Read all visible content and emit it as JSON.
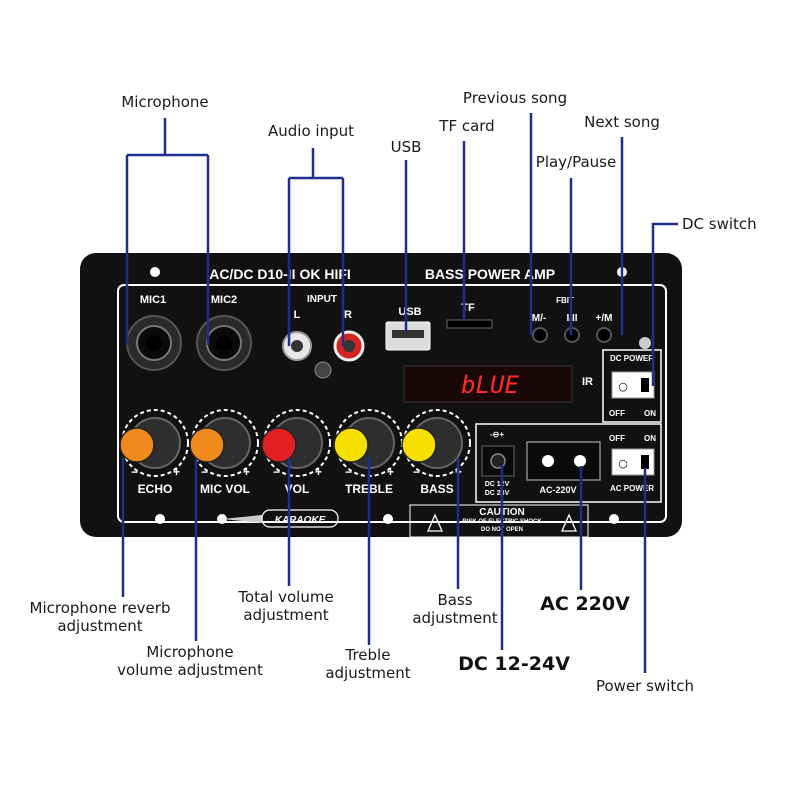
{
  "callouts": {
    "microphone": "Microphone",
    "audio_input": "Audio input",
    "usb": "USB",
    "tf_card": "TF card",
    "previous_song": "Previous song",
    "play_pause": "Play/Pause",
    "next_song": "Next song",
    "dc_switch": "DC switch",
    "mic_reverb_1": "Microphone reverb",
    "mic_reverb_2": "adjustment",
    "mic_volume_1": "Microphone",
    "mic_volume_2": "volume adjustment",
    "total_volume_1": "Total volume",
    "total_volume_2": "adjustment",
    "treble_1": "Treble",
    "treble_2": "adjustment",
    "bass_1": "Bass",
    "bass_2": "adjustment",
    "dc_input": "DC 12-24V",
    "ac_input": "AC 220V",
    "power_switch": "Power switch"
  },
  "panel": {
    "header": "AC/DC D10-II OK HIFI",
    "header_right": "BASS POWER AMP",
    "mic1": "MIC1",
    "mic2": "MIC2",
    "input": "INPUT",
    "input_l": "L",
    "input_r": "R",
    "usb": "USB",
    "tf": "TF",
    "fbit": "FBIT",
    "btn_prev": "M/-",
    "btn_play": "I/II",
    "btn_next": "+/M",
    "display": "bLUE",
    "ir": "IR",
    "dc_power": "DC POWER",
    "off": "OFF",
    "on": "ON",
    "ac_power": "AC POWER",
    "dc_jack_1": "DC 12V",
    "dc_jack_2": "DC 24V",
    "ac_label": "AC-220V",
    "knobs": [
      "ECHO",
      "MIC VOL",
      "VOL",
      "TREBLE",
      "BASS"
    ],
    "karaoke": "KARAOKE",
    "caution": "CAUTION",
    "caution_2": "RISK OF ELECTRIC SHOCK",
    "caution_3": "DO NOT OPEN"
  },
  "colors": {
    "line": "#1f2e8c",
    "panel": "#111111",
    "knob_orange": "#f08a1c",
    "knob_red": "#e02020",
    "knob_yellow": "#f5e000",
    "display": "#ff2a2a"
  }
}
